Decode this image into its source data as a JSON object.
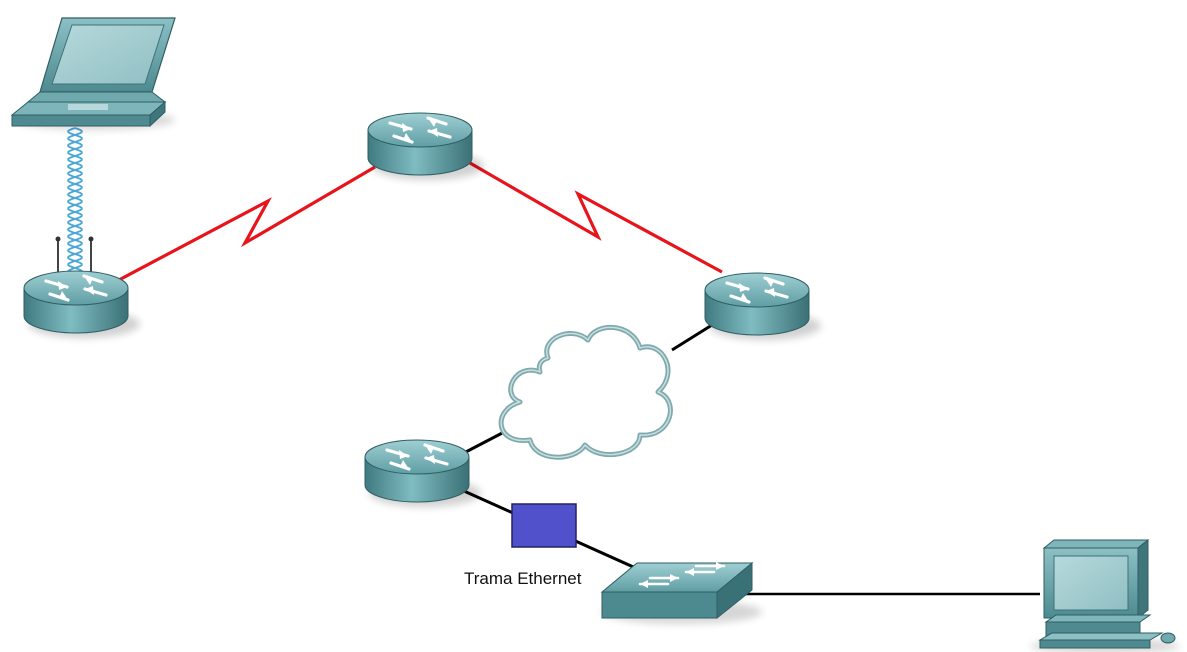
{
  "diagram": {
    "frame_label": "Trama Ethernet",
    "nodes": [
      {
        "id": "laptop",
        "icon": "laptop-icon"
      },
      {
        "id": "wireless-router",
        "icon": "wireless-router-icon"
      },
      {
        "id": "router-top",
        "icon": "router-icon"
      },
      {
        "id": "router-right",
        "icon": "router-icon"
      },
      {
        "id": "router-bottom",
        "icon": "router-icon"
      },
      {
        "id": "cloud",
        "icon": "cloud-icon"
      },
      {
        "id": "switch",
        "icon": "switch-icon"
      },
      {
        "id": "desktop-pc",
        "icon": "desktop-pc-icon"
      },
      {
        "id": "ethernet-frame",
        "icon": "frame-block-icon"
      }
    ],
    "links": [
      {
        "from": "laptop",
        "to": "wireless-router",
        "type": "wireless"
      },
      {
        "from": "wireless-router",
        "to": "router-top",
        "type": "serial-wan"
      },
      {
        "from": "router-top",
        "to": "router-right",
        "type": "serial-wan"
      },
      {
        "from": "router-right",
        "to": "cloud",
        "type": "ethernet"
      },
      {
        "from": "cloud",
        "to": "router-bottom",
        "type": "ethernet"
      },
      {
        "from": "router-bottom",
        "to": "switch",
        "type": "ethernet"
      },
      {
        "from": "switch",
        "to": "desktop-pc",
        "type": "ethernet"
      }
    ],
    "colors": {
      "wan_link": "#e8141b",
      "lan_link": "#000000",
      "wireless_link": "#4aa7d6",
      "device": "#5f9ea4",
      "frame_block": "#5151cc"
    }
  }
}
